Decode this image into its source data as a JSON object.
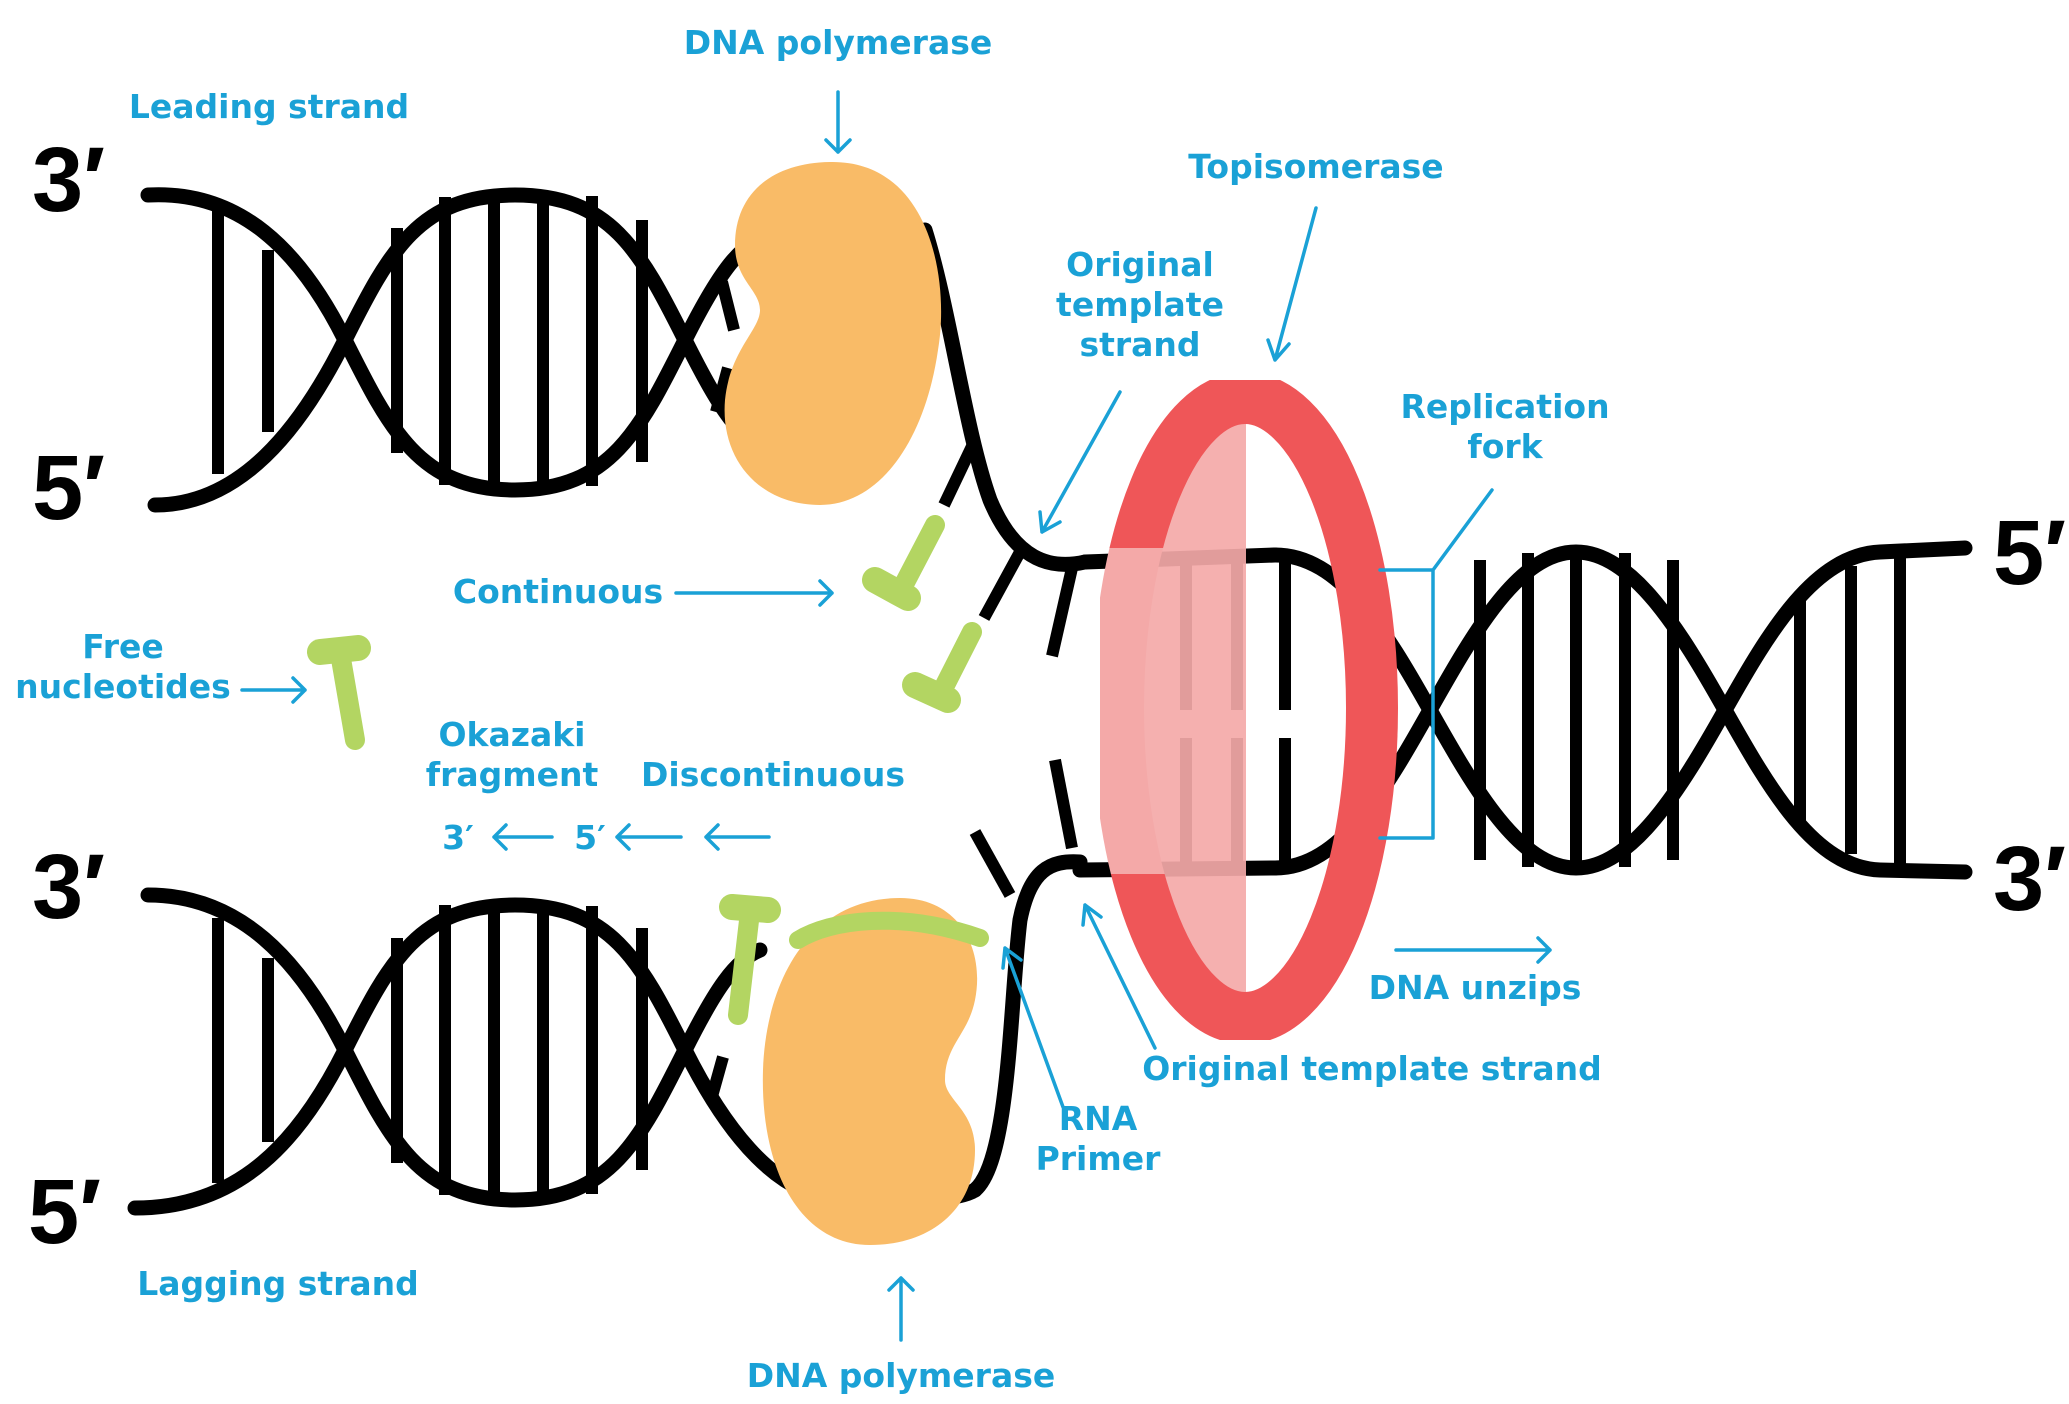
{
  "colors": {
    "label": "#1aa1d6",
    "dna": "#000000",
    "polymerase": "#f9bb67",
    "topoisomerase": "#ef5658",
    "topoisomerase_inner": "#f4a9a8",
    "nucleotide": "#b3d562"
  },
  "labels": {
    "dna_polymerase_top": "DNA polymerase",
    "leading_strand": "Leading strand",
    "topisomerase": "Topisomerase",
    "original_template_strand_top": [
      "Original",
      "template",
      "strand"
    ],
    "replication_fork": [
      "Replication",
      "fork"
    ],
    "continuous": "Continuous",
    "free_nucleotides": [
      "Free",
      "nucleotides"
    ],
    "okazaki_fragment": [
      "Okazaki",
      "fragment"
    ],
    "discontinuous": "Discontinuous",
    "okazaki_end_3": "3′",
    "okazaki_end_5": "5′",
    "dna_unzips": "DNA unzips",
    "original_template_strand_bottom": "Original template strand",
    "rna_primer": [
      "RNA",
      "Primer"
    ],
    "lagging_strand": "Lagging strand",
    "dna_polymerase_bottom": "DNA polymerase"
  },
  "strand_ends": {
    "top_left_3": "3′",
    "top_left_5": "5′",
    "bottom_left_3": "3′",
    "bottom_left_5": "5′",
    "right_5": "5′",
    "right_3": "3′"
  }
}
